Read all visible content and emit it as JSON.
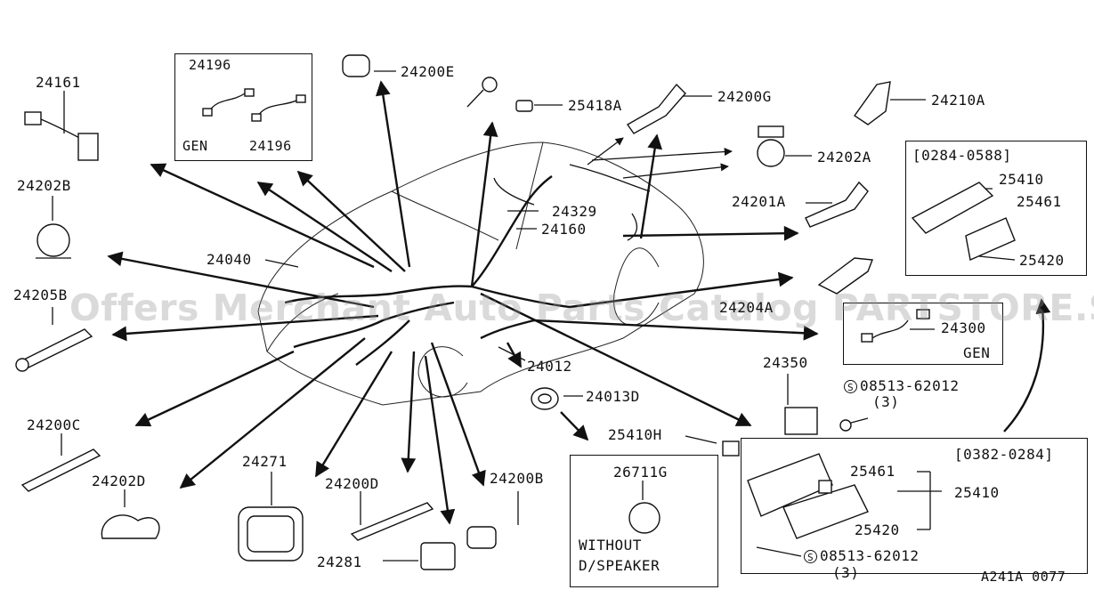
{
  "diagram_id": "A241A 0077",
  "watermark": "Offers Merchant Auto Parts Catalog PARTSTORE.SA",
  "labels": {
    "p24161": "24161",
    "p24196_top": "24196",
    "p24196_bot": "24196",
    "gen_top": "GEN",
    "p24200E": "24200E",
    "p25418A": "25418A",
    "p24200G": "24200G",
    "p24210A": "24210A",
    "p24202A": "24202A",
    "p24202B": "24202B",
    "p24201A": "24201A",
    "p24329": "24329",
    "p24160": "24160",
    "p24040": "24040",
    "p24205B": "24205B",
    "p24204A": "24204A",
    "p24300": "24300",
    "gen_right": "GEN",
    "p24012": "24012",
    "p24350": "24350",
    "bolt_top_code": "08513-62012",
    "bolt_top_qty": "(3)",
    "p24013D": "24013D",
    "p25410H": "25410H",
    "p24200C": "24200C",
    "p24202D": "24202D",
    "p24271": "24271",
    "p24200D": "24200D",
    "p24200B": "24200B",
    "p24281": "24281",
    "p26711G": "26711G",
    "without_line1": "WITHOUT",
    "without_line2": "D/SPEAKER",
    "range_top": "[0284-0588]",
    "range_top_25410": "25410",
    "range_top_25461": "25461",
    "range_top_25420": "25420",
    "range_bot": "[0382-0284]",
    "range_bot_25461": "25461",
    "range_bot_25410": "25410",
    "range_bot_25420": "25420",
    "bolt_bot_code": "08513-62012",
    "bolt_bot_qty": "(3)",
    "s_symbol": "S"
  }
}
